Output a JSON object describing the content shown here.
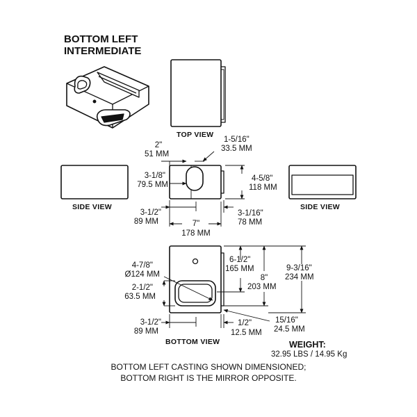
{
  "title": {
    "line1": "BOTTOM LEFT",
    "line2": "INTERMEDIATE"
  },
  "views": {
    "top": "TOP VIEW",
    "side_left": "SIDE VIEW",
    "side_right": "SIDE VIEW",
    "bottom": "BOTTOM VIEW"
  },
  "dims": {
    "d2": {
      "imp": "2\"",
      "met": "51 MM"
    },
    "d1_5_16": {
      "imp": "1-5/16\"",
      "met": "33.5 MM"
    },
    "d3_1_8": {
      "imp": "3-1/8\"",
      "met": "79.5 MM"
    },
    "d4_5_8": {
      "imp": "4-5/8\"",
      "met": "118 MM"
    },
    "d3_1_2_top": {
      "imp": "3-1/2\"",
      "met": "89 MM"
    },
    "d7": {
      "imp": "7\"",
      "met": "178 MM"
    },
    "d3_1_16": {
      "imp": "3-1/16\"",
      "met": "78 MM"
    },
    "d4_7_8": {
      "imp": "4-7/8\"",
      "met": "Ø124 MM"
    },
    "d2_1_2": {
      "imp": "2-1/2\"",
      "met": "63.5 MM"
    },
    "d6_1_2": {
      "imp": "6-1/2\"",
      "met": "165 MM"
    },
    "d8": {
      "imp": "8\"",
      "met": "203 MM"
    },
    "d9_3_16": {
      "imp": "9-3/16\"",
      "met": "234 MM"
    },
    "d3_1_2_bot": {
      "imp": "3-1/2\"",
      "met": "89 MM"
    },
    "d1_2": {
      "imp": "1/2\"",
      "met": "12.5 MM"
    },
    "d15_16": {
      "imp": "15/16\"",
      "met": "24.5 MM"
    }
  },
  "weight": {
    "label": "WEIGHT:",
    "value": "32.95 LBS / 14.95 Kg"
  },
  "note": {
    "line1": "BOTTOM LEFT CASTING SHOWN DIMENSIONED;",
    "line2": "BOTTOM RIGHT IS THE MIRROR OPPOSITE."
  }
}
